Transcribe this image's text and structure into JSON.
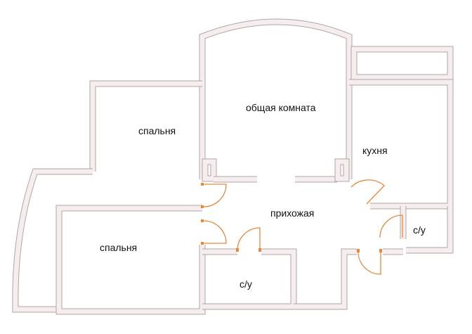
{
  "rooms": {
    "living": "общая комната",
    "bedroom_top": "спальня",
    "bedroom_bottom": "спальня",
    "kitchen": "кухня",
    "hall": "прихожая",
    "bath_center": "с/у",
    "bath_right": "с/у"
  },
  "colors": {
    "wall": "#b3a4a4",
    "wall_fill": "#f6eeee",
    "door": "#e8893a"
  }
}
